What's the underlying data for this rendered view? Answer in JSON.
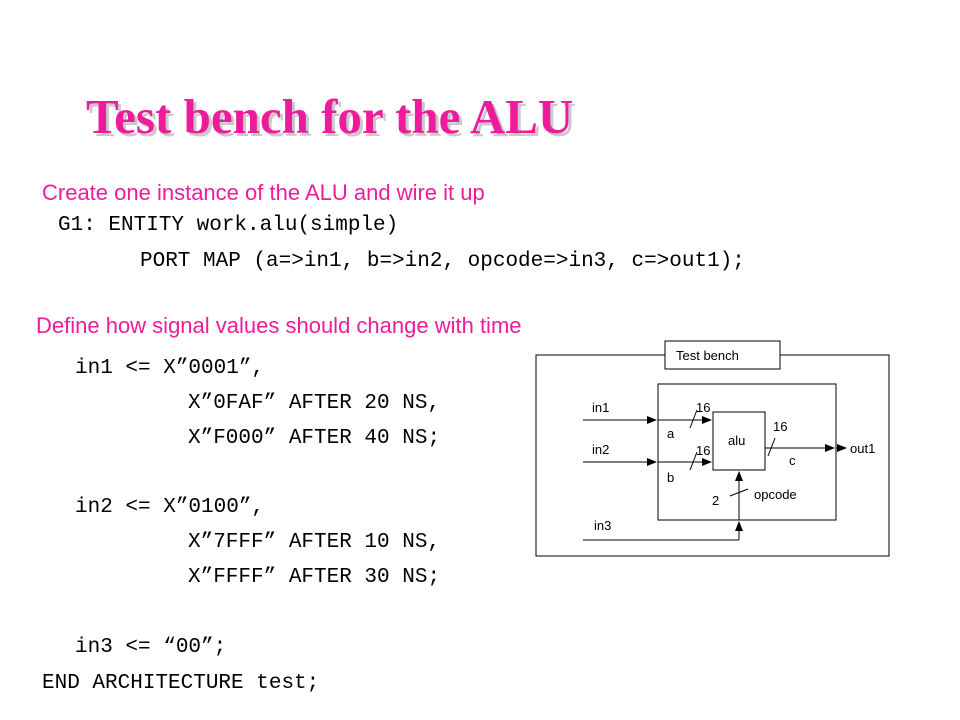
{
  "title": "Test bench for the ALU",
  "instance_heading": "Create one instance of the ALU and wire it up",
  "instance_lines": [
    "G1: ENTITY work.alu(simple)",
    "PORT MAP (a=>in1, b=>in2, opcode=>in3, c=>out1);"
  ],
  "signal_heading": "Define how signal values should change with time",
  "signal_lines": [
    "in1 <= X”0001”,",
    "X”0FAF” AFTER 20 NS,",
    "X”F000” AFTER 40 NS;",
    "in2 <= X”0100”,",
    "X”7FFF” AFTER 10 NS,",
    "X”FFFF” AFTER 30 NS;",
    "in3 <= “00”;",
    "END ARCHITECTURE test;"
  ],
  "diagram": {
    "testbench_label": "Test bench",
    "alu_label": "alu",
    "in1": "in1",
    "in2": "in2",
    "in3": "in3",
    "out1": "out1",
    "port_a": "a",
    "port_b": "b",
    "port_c": "c",
    "opcode": "opcode",
    "width_a": "16",
    "width_b": "16",
    "width_c": "16",
    "width_opcode": "2"
  }
}
